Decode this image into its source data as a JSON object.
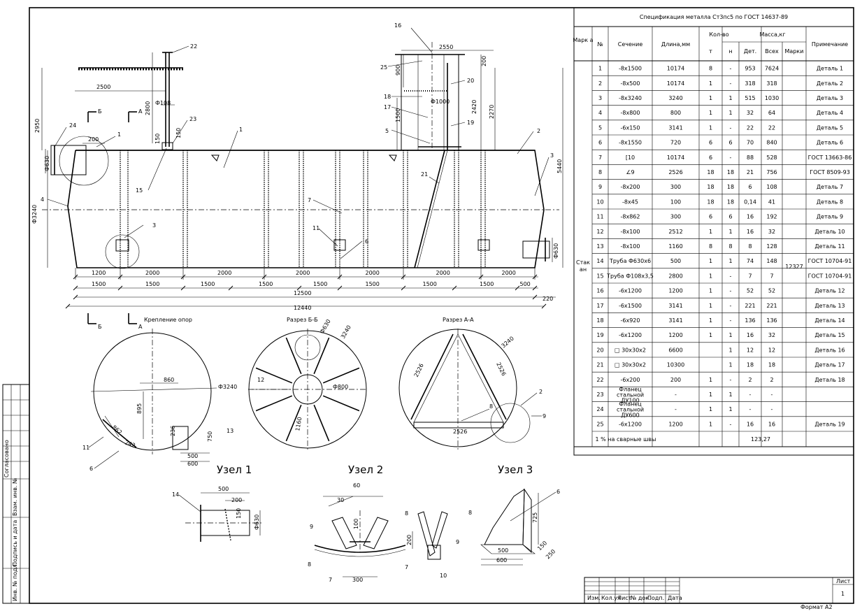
{
  "spec": {
    "title": "Спецификация металла Ст3пс5 по ГОСТ 14637-89",
    "headers": {
      "marka": "Марк а",
      "num": "№",
      "section": "Сечение",
      "length": "Длина,мм",
      "qty": "Кол-во",
      "qty_t": "т",
      "qty_n": "н",
      "mass": "Масса,кг",
      "mass_det": "Дет.",
      "mass_all": "Всех",
      "mass_mark": "Марки",
      "note": "Примечание"
    },
    "marka_value": "Стак ан",
    "mark_mass": "12327",
    "rows": [
      {
        "n": "1",
        "s": "-8х1500",
        "l": "10174",
        "t": "8",
        "h": "-",
        "d": "953",
        "a": "7624",
        "note": "Деталь 1"
      },
      {
        "n": "2",
        "s": "-8х500",
        "l": "10174",
        "t": "1",
        "h": "-",
        "d": "318",
        "a": "318",
        "note": "Деталь 2"
      },
      {
        "n": "3",
        "s": "-8х3240",
        "l": "3240",
        "t": "1",
        "h": "1",
        "d": "515",
        "a": "1030",
        "note": "Деталь 3"
      },
      {
        "n": "4",
        "s": "-8х800",
        "l": "800",
        "t": "1",
        "h": "1",
        "d": "32",
        "a": "64",
        "note": "Деталь 4"
      },
      {
        "n": "5",
        "s": "-6х150",
        "l": "3141",
        "t": "1",
        "h": "-",
        "d": "22",
        "a": "22",
        "note": "Деталь 5"
      },
      {
        "n": "6",
        "s": "-8х1550",
        "l": "720",
        "t": "6",
        "h": "6",
        "d": "70",
        "a": "840",
        "note": "Деталь 6"
      },
      {
        "n": "7",
        "s": "[10",
        "l": "10174",
        "t": "6",
        "h": "-",
        "d": "88",
        "a": "528",
        "note": "ГОСТ 13663-86"
      },
      {
        "n": "8",
        "s": "∠9",
        "l": "2526",
        "t": "18",
        "h": "18",
        "d": "21",
        "a": "756",
        "note": "ГОСТ 8509-93"
      },
      {
        "n": "9",
        "s": "-8х200",
        "l": "300",
        "t": "18",
        "h": "18",
        "d": "6",
        "a": "108",
        "note": "Деталь 7"
      },
      {
        "n": "10",
        "s": "-8х45",
        "l": "100",
        "t": "18",
        "h": "18",
        "d": "0,14",
        "a": "41",
        "note": "Деталь 8"
      },
      {
        "n": "11",
        "s": "-8х862",
        "l": "300",
        "t": "6",
        "h": "6",
        "d": "16",
        "a": "192",
        "note": "Деталь 9"
      },
      {
        "n": "12",
        "s": "-8х100",
        "l": "2512",
        "t": "1",
        "h": "1",
        "d": "16",
        "a": "32",
        "note": "Деталь 10"
      },
      {
        "n": "13",
        "s": "-8х100",
        "l": "1160",
        "t": "8",
        "h": "8",
        "d": "8",
        "a": "128",
        "note": "Деталь 11"
      },
      {
        "n": "14",
        "s": "Труба Ф630х6",
        "l": "500",
        "t": "1",
        "h": "1",
        "d": "74",
        "a": "148",
        "note": "ГОСТ 10704-91"
      },
      {
        "n": "15",
        "s": "Труба Ф108х3,5",
        "l": "2800",
        "t": "1",
        "h": "-",
        "d": "7",
        "a": "7",
        "note": "ГОСТ 10704-91"
      },
      {
        "n": "16",
        "s": "-6х1200",
        "l": "1200",
        "t": "1",
        "h": "-",
        "d": "52",
        "a": "52",
        "note": "Деталь 12"
      },
      {
        "n": "17",
        "s": "-6х1500",
        "l": "3141",
        "t": "1",
        "h": "-",
        "d": "221",
        "a": "221",
        "note": "Деталь 13"
      },
      {
        "n": "18",
        "s": "-6х920",
        "l": "3141",
        "t": "1",
        "h": "-",
        "d": "136",
        "a": "136",
        "note": "Деталь 14"
      },
      {
        "n": "19",
        "s": "-6х1200",
        "l": "1200",
        "t": "1",
        "h": "1",
        "d": "16",
        "a": "32",
        "note": "Деталь 15"
      },
      {
        "n": "20",
        "s": "□ 30х30х2",
        "l": "6600",
        "t": "",
        "h": "1",
        "d": "12",
        "a": "12",
        "note": "Деталь 16"
      },
      {
        "n": "21",
        "s": "□ 30х30х2",
        "l": "10300",
        "t": "",
        "h": "1",
        "d": "18",
        "a": "18",
        "note": "Деталь 17"
      },
      {
        "n": "22",
        "s": "-6х200",
        "l": "200",
        "t": "1",
        "h": "-",
        "d": "2",
        "a": "2",
        "note": "Деталь 18"
      },
      {
        "n": "23",
        "s": "Фланец стальной ДУ100",
        "l": "-",
        "t": "1",
        "h": "1",
        "d": "-",
        "a": "-",
        "note": ""
      },
      {
        "n": "24",
        "s": "Фланец стальной ДУ600",
        "l": "-",
        "t": "1",
        "h": "1",
        "d": "-",
        "a": "-",
        "note": ""
      },
      {
        "n": "25",
        "s": "-6х1200",
        "l": "1200",
        "t": "1",
        "h": "-",
        "d": "16",
        "a": "16",
        "note": "Деталь 19"
      }
    ],
    "weld_label": "1 % на сварные швы",
    "weld_value": "123,27"
  },
  "views": {
    "support_title": "Крепление опор",
    "section_bb": "Разрез Б-Б",
    "section_aa": "Разрез А-А",
    "node1": "Узел 1",
    "node2": "Узел 2",
    "node3": "Узел 3"
  },
  "dims": {
    "d2950": "2950",
    "d2500": "2500",
    "d2800": "2800",
    "d108": "Ф108",
    "d150a": "150",
    "d150b": "150",
    "d200": "200",
    "d630": "Ф630",
    "d3240": "Ф3240",
    "d2550": "2550",
    "d900": "900",
    "d200b": "200",
    "d1000": "Ф1000",
    "d1500": "1500",
    "d2420": "2420",
    "d2270": "2270",
    "d5440": "5440",
    "d630r": "Ф630",
    "row1": [
      "1200",
      "2000",
      "2000",
      "2000",
      "2000",
      "2000",
      "2000"
    ],
    "row2": [
      "1500",
      "1500",
      "1500",
      "1500",
      "1500",
      "1500",
      "1500",
      "1500",
      "500"
    ],
    "d12500": "12500",
    "d12440": "12440",
    "d220": "220",
    "s_860": "860",
    "s_895": "895",
    "s_3240": "Ф3240",
    "s_236": "236",
    "s_750": "750",
    "s_500": "500",
    "s_600": "600",
    "s_862": "862",
    "s_242": "242",
    "b_630": "Ф630",
    "b_3240": "3240",
    "b_800": "Ф800",
    "b_1160": "1160",
    "a_3240": "3240",
    "a_2526a": "2526",
    "a_2526b": "2526",
    "a_2526c": "2526",
    "n1_500": "500",
    "n1_200": "200",
    "n1_150": "150",
    "n1_630": "Ф630",
    "n2_60": "60",
    "n2_30": "30",
    "n2_100": "100",
    "n2_200": "200",
    "n2_300": "300",
    "n3_725": "725",
    "n3_500": "500",
    "n3_600": "600",
    "n3_150": "150",
    "n3_250": "250"
  },
  "leaders": {
    "p22": "22",
    "p23": "23",
    "p24": "24",
    "p1a": "1",
    "p1b": "1",
    "p15": "15",
    "p4": "4",
    "p3a": "3",
    "p16": "16",
    "p25": "25",
    "p20": "20",
    "p18": "18",
    "p17": "17",
    "p5": "5",
    "p19": "19",
    "p2": "2",
    "p3b": "3",
    "p21": "21",
    "p7": "7",
    "p11": "11",
    "p6": "6",
    "s11": "11",
    "s6": "6",
    "b12": "12",
    "b13": "13",
    "a2": "2",
    "a8": "8",
    "a9": "9",
    "n1_14": "14",
    "n2_9": "9",
    "n2_8": "8",
    "n2_8b": "8",
    "n2_7": "7",
    "n2_7b": "7",
    "n2_9b": "9",
    "n2_10": "10",
    "n3_6": "6"
  },
  "cuts": {
    "b1": "Б",
    "a1": "А",
    "b2": "Б",
    "a2": "А"
  },
  "side_stamp": [
    "Согласовано",
    "Взам. инв. №",
    "Подпись и дата",
    "Инв. № подл."
  ],
  "title_block": {
    "cols": [
      "Изм.",
      "Кол.уч",
      "Лист",
      "№ док.",
      "Подп.",
      "Дата"
    ],
    "sheet_label": "Лист",
    "sheet_num": "1",
    "format": "Формат А2"
  }
}
